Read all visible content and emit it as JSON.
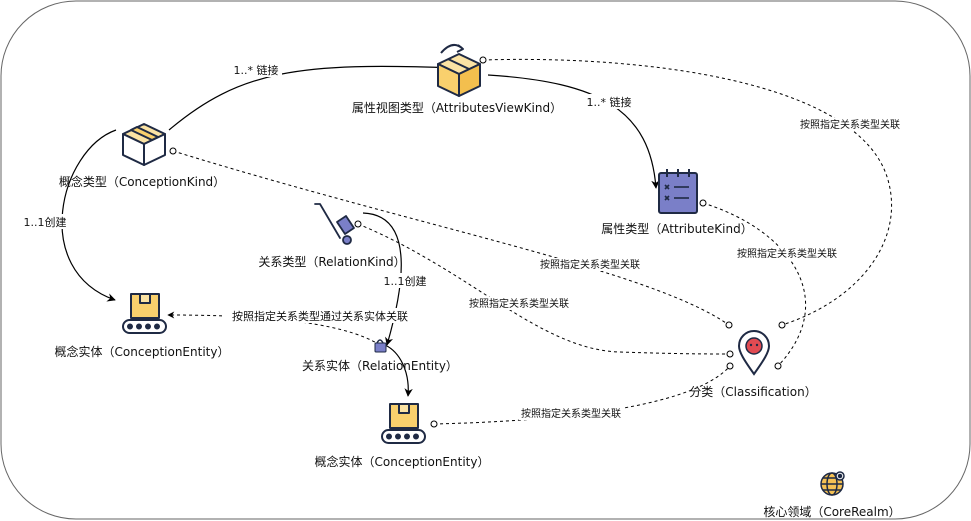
{
  "nodes": {
    "attributes_view_kind": {
      "label": "属性视图类型（AttributesViewKind）",
      "icon": "box-arrow-icon"
    },
    "conception_kind": {
      "label": "概念类型（ConceptionKind）",
      "icon": "box-icon"
    },
    "attribute_kind": {
      "label": "属性类型（AttributeKind）",
      "icon": "clipboard-list-icon"
    },
    "relation_kind": {
      "label": "关系类型（RelationKind）",
      "icon": "hand-truck-icon"
    },
    "conception_entity_left": {
      "label": "概念实体（ConceptionEntity）",
      "icon": "conveyor-box-icon"
    },
    "relation_entity": {
      "label": "关系实体（RelationEntity）",
      "icon": "lock-icon"
    },
    "conception_entity_bottom": {
      "label": "概念实体（ConceptionEntity）",
      "icon": "conveyor-box-icon"
    },
    "classification": {
      "label": "分类（Classification）",
      "icon": "map-pin-icon"
    },
    "core_realm": {
      "label": "核心领域（CoreRealm）",
      "icon": "globe-icon"
    }
  },
  "edges": {
    "kind_to_view": "1..* 链接",
    "view_to_attribute": "1..* 链接",
    "kind_creates_entity": "1..1创建",
    "relation_creates_entity": "1..1创建",
    "entity_via_relation": "按照指定关系类型通过关系实体关联",
    "view_to_classification": "按照指定关系类型关联",
    "attribute_to_classification": "按照指定关系类型关联",
    "kind_to_classification": "按照指定关系类型关联",
    "relation_to_classification": "按照指定关系类型关联",
    "entity_to_classification": "按照指定关系类型关联"
  },
  "colors": {
    "box_fill": "#F9D06D",
    "outline": "#1F2A44",
    "clipboard_fill": "#7A7FC8",
    "pin_fill": "#E14B52",
    "globe_fill": "#F5C154"
  }
}
